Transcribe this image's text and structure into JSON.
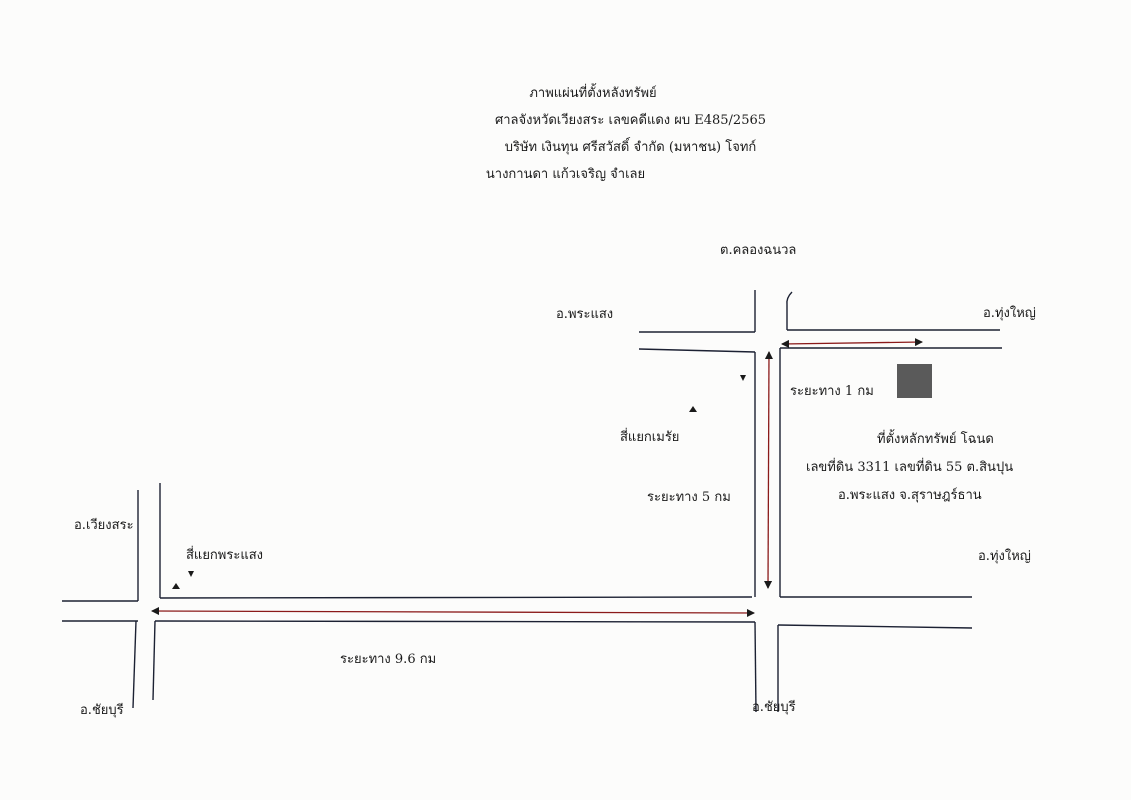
{
  "header": {
    "line1": "ภาพแผ่นที่ตั้งหลังทรัพย์",
    "line2": "ศาลจังหวัดเวียงสระ เลขคดีแดง ผบ E485/2565",
    "line3": "บริษัท เงินทุน ศรีสวัสดิ์ จำกัด (มหาชน) โจทก์",
    "line4": "นางกานดา แก้วเจริญ  จำเลย"
  },
  "labels": {
    "tambon_khlong_chanuan": "ต.คลองฉนวล",
    "amphoe_phrasaeng_top": "อ.พระแสง",
    "amphoe_thung_yai_top": "อ.ทุ่งใหญ่",
    "distance_1km": "ระยะทาง 1 กม",
    "junction_mae_rai": "สี่แยกเมรัย",
    "property_line1": "ที่ตั้งหลักทรัพย์ โฉนด",
    "property_line2": "เลขที่ดิน 3311 เลขที่ดิน 55 ต.สินปุน",
    "property_line3": "อ.พระแสง จ.สุราษฎร์ธาน",
    "distance_5km": "ระยะทาง 5 กม",
    "amphoe_wiang_sa": "อ.เวียงสระ",
    "junction_phrasaeng": "สี่แยกพระแสง",
    "amphoe_thung_yai_bottom": "อ.ทุ่งใหญ่",
    "distance_9_6km": "ระยะทาง  9.6 กม",
    "amphoe_chai_buri_left": "อ.ชัยบุรี",
    "amphoe_chai_buri_right": "อ.ชัยบุรี"
  },
  "colors": {
    "road_line": "#1c2133",
    "distance_arrow": "#8b1a1a",
    "property_marker": "#5a5a5a"
  }
}
